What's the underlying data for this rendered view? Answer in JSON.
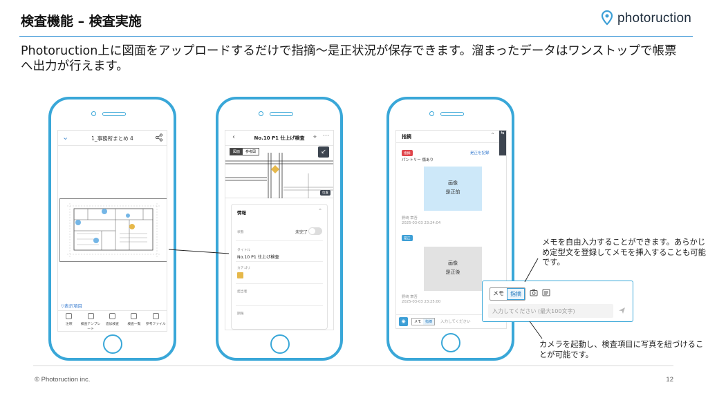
{
  "header": {
    "title": "検査機能 – 検査実施",
    "brand": "photoruction"
  },
  "lead": "Photoruction上に図面をアップロードするだけで指摘～是正状況が保存できます。溜まったデータはワンストップで帳票へ出力が行えます。",
  "phone1": {
    "title": "1_事務所まとめ 4",
    "show_items": "▽表示項目",
    "nav": [
      "注釈",
      "検査テンプレート",
      "追加検査",
      "検査一覧",
      "参考ファイル"
    ]
  },
  "phone2": {
    "title": "No.10 P1 仕上げ検査",
    "segments": [
      "図面",
      "参考図"
    ],
    "location_chip": "位置",
    "info_header": "情報",
    "status_label": "状態",
    "status_value": "未完了",
    "title_label": "タイトル",
    "title_value": "No.10 P1 仕上げ検査",
    "category_label": "カテゴリ",
    "assignee_label": "担当者",
    "deadline_label": "期限"
  },
  "phone3": {
    "section_title": "指摘",
    "issue_badge": "指摘",
    "fix_link": "是正を記録",
    "issue_text": "パントリー 傷あり",
    "before_photo": [
      "画像",
      "是正前"
    ],
    "author1": "野崎 章吾",
    "time1": "2025-03-03 23:24:04",
    "fix_badge": "是正",
    "after_photo": [
      "画像",
      "是正後"
    ],
    "author2": "野崎 章吾",
    "time2": "2025-03-03 23:25:00",
    "bottom_segments": [
      "メモ",
      "指摘"
    ],
    "bottom_placeholder": "入力してください"
  },
  "zoom": {
    "segments": [
      "メモ",
      "指摘"
    ],
    "placeholder": "入力してください (最大100文字)"
  },
  "callouts": {
    "memo": "メモを自由入力することができます。あらかじめ定型文を登録してメモを挿入することも可能です。",
    "camera": "カメラを起動し、検査項目に写真を紐づけることが可能です。"
  },
  "footer": {
    "copyright": "© Photoruction inc.",
    "page": "12"
  },
  "colors": {
    "accent": "#39a7d8",
    "issue_red": "#e0454b",
    "fix_blue": "#3d9fd6",
    "marker_yellow": "#e6b84a"
  }
}
